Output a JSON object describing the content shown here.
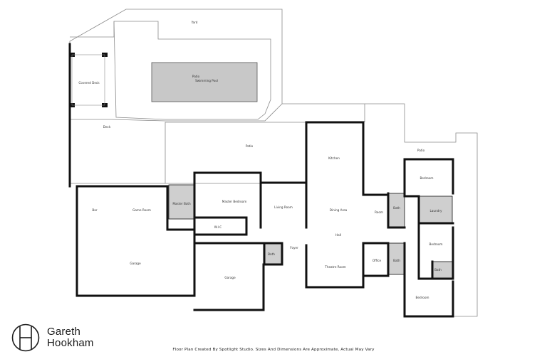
{
  "brand": {
    "line1": "Gareth",
    "line2": "Hookham",
    "logo_icon": "gh-monogram-icon"
  },
  "disclaimer": "Floor Plan Created By Spotlight Studio. Sizes And Dimensions Are Approximate, Actual May Vary",
  "colors": {
    "wall": "#111111",
    "outline": "#8a8a8a",
    "wet_area": "#cfcfcf",
    "pool": "#c8c8c8",
    "background": "#ffffff"
  },
  "rooms": {
    "yard": "Yard",
    "patio_pool": "Patio",
    "swimming_pool": "Swimming Pool",
    "covered_deck": "Covered Deck",
    "deck": "Deck",
    "patio_main": "Patio",
    "patio_east": "Patio",
    "kitchen": "Kitchen",
    "bar": "Bar",
    "game_room": "Game Room",
    "master_bath": "Master Bath",
    "master_bedroom": "Master Bedroom",
    "wic": "W.I.C",
    "living_room": "Living Room",
    "dining_area": "Dining Area",
    "room": "Room",
    "bath_1": "Bath",
    "bedroom_1": "Bedroom",
    "laundry": "Laundry",
    "hall": "Hall",
    "garage_large": "Garage",
    "garage_small": "Garage",
    "bath_2": "Bath",
    "foyer": "Foyer",
    "theatre_room": "Theatre Room",
    "office": "Office",
    "bath_3": "Bath",
    "bedroom_2": "Bedroom",
    "bath_4": "Bath",
    "bedroom_3": "Bedroom"
  }
}
